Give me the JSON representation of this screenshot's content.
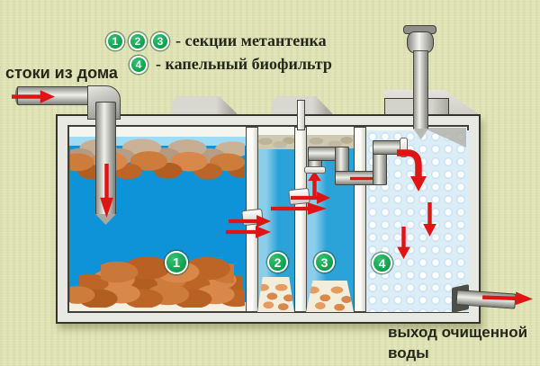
{
  "legend": {
    "section_badges": [
      "1",
      "2",
      "3"
    ],
    "sections_label": "- секции метантенка",
    "biofilter_badge": "4",
    "biofilter_label": "- капельный биофильтр"
  },
  "labels": {
    "inlet": "стоки из дома",
    "outlet_line1": "выход очищенной",
    "outlet_line2": "воды"
  },
  "diagram": {
    "chamber_badges": [
      "1",
      "2",
      "3",
      "4"
    ]
  },
  "colors": {
    "background": "#e0e3b5",
    "water_blue": "#0e93d8",
    "arrow_red": "#df1414",
    "badge_green": "#12a551",
    "sediment_brown": "#c4712f",
    "bubble_fill": "#dcedf8",
    "pipe_gray": "#c9c9c3",
    "text_dark": "#23281a"
  }
}
